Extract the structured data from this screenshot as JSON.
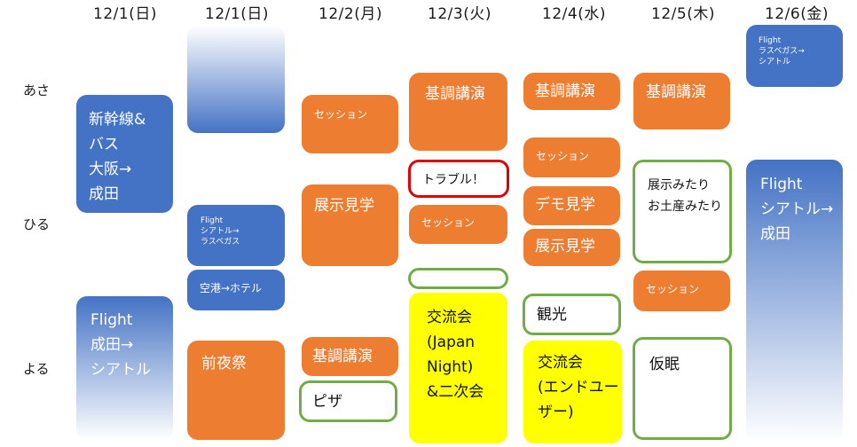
{
  "columns": [
    "12/1(日)",
    "12/1(日)",
    "12/2(月)",
    "12/3(火)",
    "12/4(水)",
    "12/5(木)",
    "12/6(金)"
  ],
  "rows": [
    "あさ",
    "ひる",
    "よる"
  ],
  "blocks": {
    "d1a_shinkansen": "新幹線&\nバス\n大阪→\n成田",
    "d1a_flight": "Flight\n成田→\nシアトル",
    "d1b_flight": "Flight\nシアトル→\nラスベガス",
    "d1b_airport": "空港→ホテル",
    "d1b_zenyasai": "前夜祭",
    "d2_session": "セッション",
    "d2_tenji": "展示見学",
    "d2_kicho": "基調講演",
    "d2_pizza": "ピザ",
    "d3_kicho": "基調講演",
    "d3_trouble": "トラブル！",
    "d3_session": "セッション",
    "d3_kouryu": "交流会\n(Japan\nNight)\n&二次会",
    "d4_kicho": "基調講演",
    "d4_session": "セッション",
    "d4_demo": "デモ見学",
    "d4_tenji": "展示見学",
    "d4_kanko": "観光",
    "d4_kouryu": "交流会\n(エンドユー\nザー)",
    "d5_kicho": "基調講演",
    "d5_tenji": "展示みたり\nお土産みたり",
    "d5_session": "セッション",
    "d5_kamin": "仮眠",
    "d6_flight_small": "Flight\nラスベガス→\nシアトル",
    "d6_flight_big": "Flight\nシアトル→\n成田"
  },
  "colors": {
    "blue": "#4472c4",
    "orange": "#ed7d31",
    "yellow": "#ffff00",
    "green": "#70ad47",
    "red": "#e00000"
  }
}
